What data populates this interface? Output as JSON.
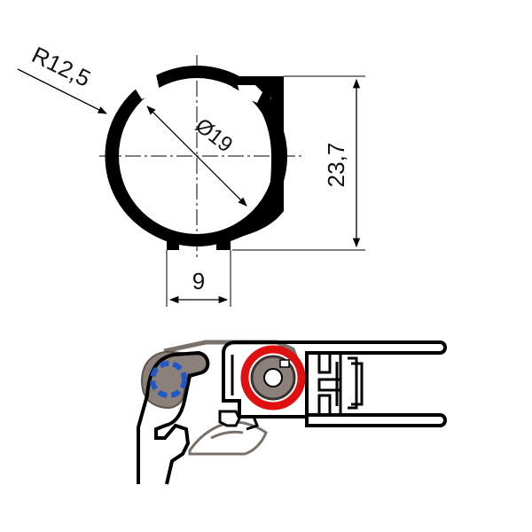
{
  "drawing": {
    "radius_label": "R12,5",
    "diameter_label": "Ø19",
    "height_label": "23,7",
    "slot_width_label": "9"
  },
  "colors": {
    "profile": "#000000",
    "dimension_line": "#000000",
    "gray_parts": "#7a706a",
    "blue_seal": "#1f57c7",
    "red_seal": "#e01010"
  }
}
